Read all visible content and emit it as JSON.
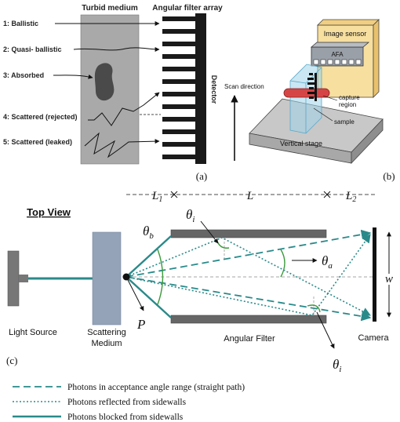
{
  "panel_a": {
    "title_medium": "Turbid medium",
    "title_filter": "Angular filter array",
    "detector": "Detector",
    "label": "(a)",
    "rows": [
      "1: Ballistic",
      "2: Quasi- ballistic",
      "3: Absorbed",
      "4: Scattered (rejected)",
      "5: Scattered (leaked)"
    ]
  },
  "panel_b": {
    "image_sensor": "Image sensor",
    "afa": "AFA",
    "scan_direction": "Scan direction",
    "capture": "capture",
    "region": "region",
    "sample": "sample",
    "stage": "Vertical stage",
    "label": "(b)"
  },
  "panel_c": {
    "top_view": "Top View",
    "l1": "L",
    "l1_sub": "1",
    "l": "L",
    "l2": "L",
    "l2_sub": "2",
    "theta_b": "θ",
    "theta_b_sub": "b",
    "theta_i": "θ",
    "theta_i_sub": "i",
    "theta_a": "θ",
    "theta_a_sub": "a",
    "w": "w",
    "p": "P",
    "light_source": "Light Source",
    "scattering_1": "Scattering",
    "scattering_2": "Medium",
    "angular_filter": "Angular Filter",
    "camera": "Camera",
    "label": "(c)"
  },
  "legend": [
    "Photons in acceptance angle range (straight path)",
    "Photons reflected from sidewalls",
    "Photons blocked from sidewalls"
  ],
  "colors": {
    "teal": "#2a8a8a",
    "medium_gray": "#9a9a9a",
    "scatter_blue": "#95a3b8",
    "sensor_yellow": "#f7dfa0",
    "capture_red": "#d64545"
  }
}
